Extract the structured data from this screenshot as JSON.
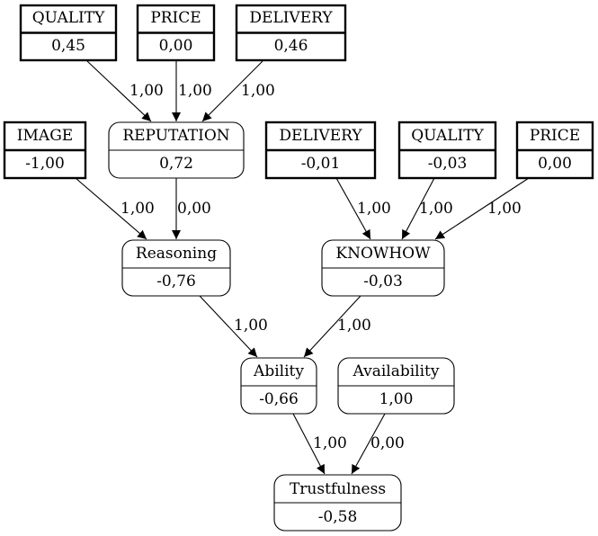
{
  "nodes": {
    "quality_top": {
      "title": "QUALITY",
      "value": "0,45"
    },
    "price_top": {
      "title": "PRICE",
      "value": "0,00"
    },
    "delivery_top": {
      "title": "DELIVERY",
      "value": "0,46"
    },
    "image": {
      "title": "IMAGE",
      "value": "-1,00"
    },
    "reputation": {
      "title": "REPUTATION",
      "value": "0,72"
    },
    "delivery_mid": {
      "title": "DELIVERY",
      "value": "-0,01"
    },
    "quality_mid": {
      "title": "QUALITY",
      "value": "-0,03"
    },
    "price_mid": {
      "title": "PRICE",
      "value": "0,00"
    },
    "reasoning": {
      "title": "Reasoning",
      "value": "-0,76"
    },
    "knowhow": {
      "title": "KNOWHOW",
      "value": "-0,03"
    },
    "ability": {
      "title": "Ability",
      "value": "-0,66"
    },
    "availability": {
      "title": "Availability",
      "value": "1,00"
    },
    "trustfulness": {
      "title": "Trustfulness",
      "value": "-0,58"
    }
  },
  "edges": [
    {
      "from": "quality_top",
      "to": "reputation",
      "weight": "1,00"
    },
    {
      "from": "price_top",
      "to": "reputation",
      "weight": "1,00"
    },
    {
      "from": "delivery_top",
      "to": "reputation",
      "weight": "1,00"
    },
    {
      "from": "image",
      "to": "reasoning",
      "weight": "1,00"
    },
    {
      "from": "reputation",
      "to": "reasoning",
      "weight": "0,00"
    },
    {
      "from": "delivery_mid",
      "to": "knowhow",
      "weight": "1,00"
    },
    {
      "from": "quality_mid",
      "to": "knowhow",
      "weight": "1,00"
    },
    {
      "from": "price_mid",
      "to": "knowhow",
      "weight": "1,00"
    },
    {
      "from": "reasoning",
      "to": "ability",
      "weight": "1,00"
    },
    {
      "from": "knowhow",
      "to": "ability",
      "weight": "1,00"
    },
    {
      "from": "ability",
      "to": "trustfulness",
      "weight": "1,00"
    },
    {
      "from": "availability",
      "to": "trustfulness",
      "weight": "0,00"
    }
  ]
}
